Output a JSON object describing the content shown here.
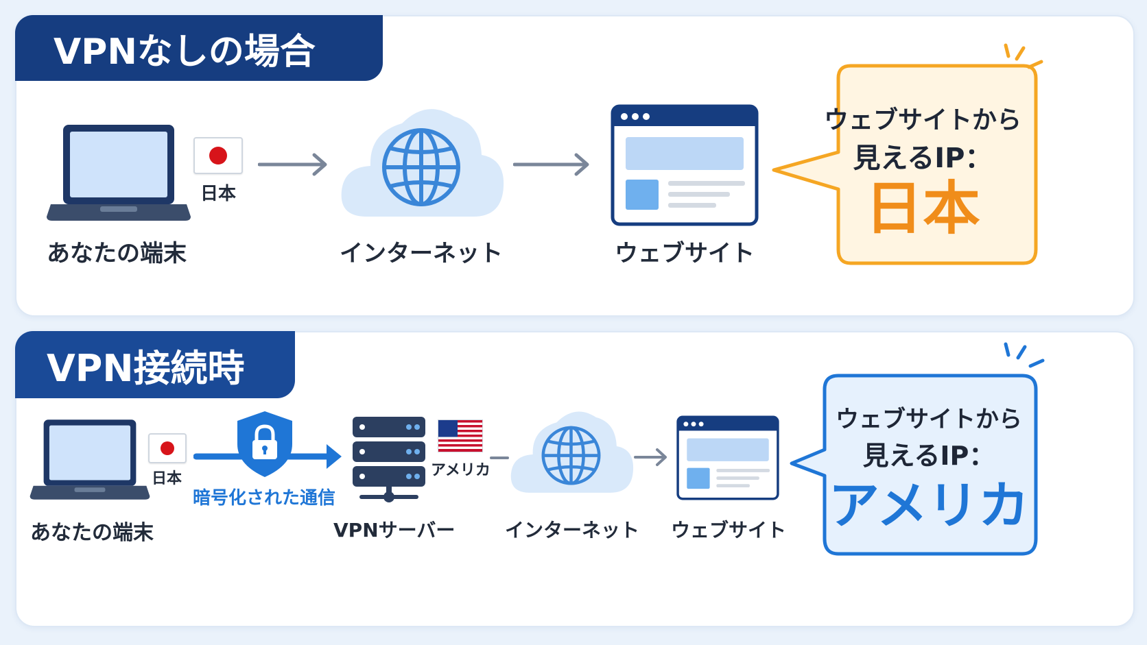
{
  "top": {
    "heading": "VPNなしの場合",
    "device_label": "あなたの端末",
    "flag_label": "日本",
    "internet_label": "インターネット",
    "website_label": "ウェブサイト",
    "bubble_line1": "ウェブサイトから",
    "bubble_line2": "見えるIP：",
    "bubble_value": "日本"
  },
  "bottom": {
    "heading": "VPN接続時",
    "device_label": "あなたの端末",
    "flag_label": "日本",
    "tunnel_label": "暗号化された通信",
    "server_label": "VPNサーバー",
    "server_flag_label": "アメリカ",
    "internet_label": "インターネット",
    "website_label": "ウェブサイト",
    "bubble_line1": "ウェブサイトから",
    "bubble_line2": "見えるIP：",
    "bubble_value": "アメリカ"
  },
  "colors": {
    "navy": "#163d80",
    "orange": "#f59a23",
    "blue": "#1f76d6",
    "arrow_gray": "#7a8699"
  },
  "icons": [
    "laptop-icon",
    "japan-flag-icon",
    "usa-flag-icon",
    "globe-cloud-icon",
    "browser-window-icon",
    "shield-lock-icon",
    "server-rack-icon"
  ]
}
